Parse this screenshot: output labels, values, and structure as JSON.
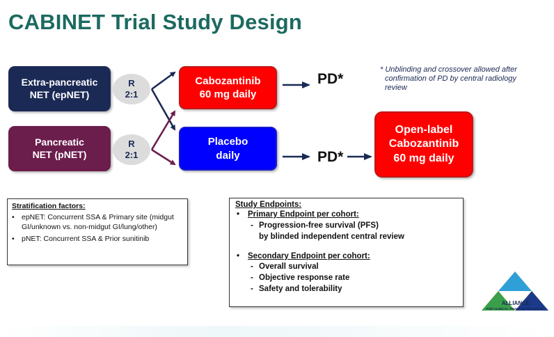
{
  "title": "CABINET Trial Study Design",
  "cohorts": {
    "ep": {
      "line1": "Extra-pancreatic",
      "line2": "NET (epNET)"
    },
    "p": {
      "line1": "Pancreatic",
      "line2": "NET (pNET)"
    }
  },
  "randomization": {
    "letter": "R",
    "ratio": "2:1"
  },
  "arms": {
    "cabo": {
      "line1": "Cabozantinib",
      "line2": "60 mg daily"
    },
    "placebo": {
      "line1": "Placebo",
      "line2": "daily"
    }
  },
  "progression": "PD*",
  "open_label": {
    "line1": "Open-label",
    "line2": "Cabozantinib",
    "line3": "60 mg daily"
  },
  "footnote": "* Unblinding and crossover allowed after confirmation of PD by central radiology review",
  "stratification": {
    "title": "Stratification factors:",
    "items": [
      "epNET: Concurrent SSA & Primary site (midgut GI/unknown vs. non-midgut GI/lung/other)",
      "pNET: Concurrent SSA & Prior sunitinib"
    ]
  },
  "endpoints": {
    "title": "Study Endpoints:",
    "primary_label": "Primary Endpoint per cohort:",
    "primary_items": [
      "Progression-free survival (PFS)"
    ],
    "primary_detail": "by blinded independent central review",
    "secondary_label": "Secondary Endpoint per cohort:",
    "secondary_items": [
      "Overall survival",
      "Objective response rate",
      "Safety and tolerability"
    ]
  },
  "logo": {
    "name": "ALLIANCE",
    "subtitle": "FOR CLINICAL TRIALS IN ONCOLOGY"
  },
  "colors": {
    "title": "#1c6a60",
    "ep": "#1b2a55",
    "p": "#6b1d4c",
    "cabo": "#ff0000",
    "placebo": "#0000ff",
    "arrow": "#1b2a55"
  }
}
